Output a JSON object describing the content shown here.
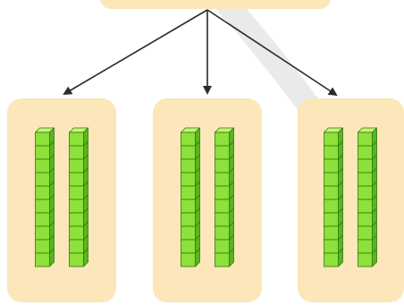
{
  "diagram": {
    "kind": "division-into-groups",
    "groups": [
      {
        "rods": 2,
        "cubes_per_rod": 10
      },
      {
        "rods": 2,
        "cubes_per_rod": 10
      },
      {
        "rods": 2,
        "cubes_per_rod": 10
      }
    ],
    "colors": {
      "box_fill": "#fbe7b9",
      "cube_face": "#8ee03a",
      "cube_side": "#5bb51f",
      "cube_top": "#c8f27a",
      "cube_edge": "#2f7a10",
      "arrow": "#2b2b2b",
      "watermark": "#d9d9d9"
    }
  }
}
